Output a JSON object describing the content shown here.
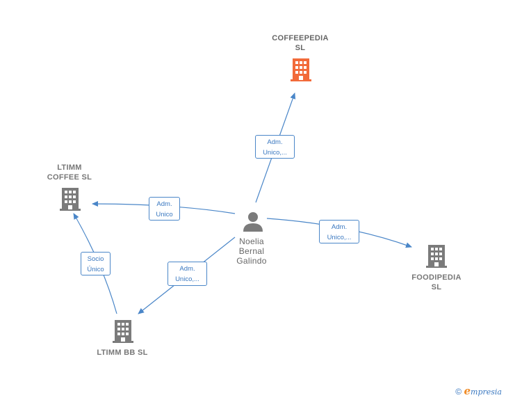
{
  "colors": {
    "edge": "#4a86c8",
    "building": "#7b7b7b",
    "building_highlight": "#f26a3a",
    "person": "#7b7b7b"
  },
  "nodes": {
    "coffeepedia": {
      "line1": "COFFEEPEDIA",
      "line2": "SL",
      "icon": "building-icon"
    },
    "ltimm_coffee": {
      "line1": "LTIMM",
      "line2": "COFFEE  SL",
      "icon": "building-icon"
    },
    "foodipedia": {
      "line1": "FOODIPEDIA",
      "line2": "SL",
      "icon": "building-icon"
    },
    "ltimm_bb": {
      "line1": "LTIMM BB  SL",
      "icon": "building-icon"
    },
    "person": {
      "line1": "Noelia",
      "line2": "Bernal",
      "line3": "Galindo",
      "icon": "person-icon"
    }
  },
  "edges": {
    "to_coffeepedia": {
      "line1": "Adm.",
      "line2": "Unico,..."
    },
    "to_ltimm_coffee": {
      "line1": "Adm.",
      "line2": "Unico"
    },
    "to_foodipedia": {
      "line1": "Adm.",
      "line2": "Unico,..."
    },
    "to_ltimm_bb": {
      "line1": "Adm.",
      "line2": "Unico,..."
    },
    "bb_to_coffee": {
      "line1": "Socio",
      "line2": "Único"
    }
  },
  "footer": {
    "copyright": "©",
    "brand_e": "e",
    "brand_rest": "mpresia"
  }
}
